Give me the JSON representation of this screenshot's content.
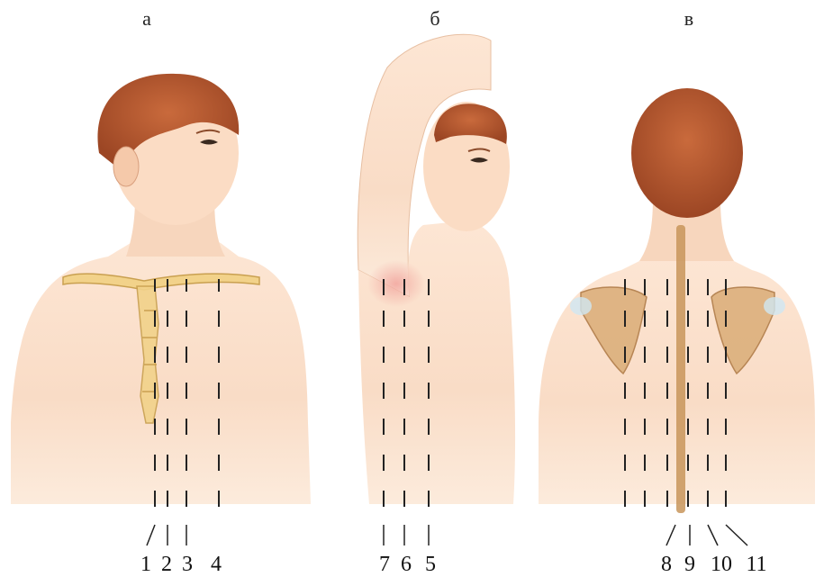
{
  "panels": [
    {
      "label": "а"
    },
    {
      "label": "б"
    },
    {
      "label": "в"
    }
  ],
  "line_numbers": {
    "front": [
      "1",
      "2",
      "3",
      "4"
    ],
    "side": [
      "7",
      "6",
      "5"
    ],
    "back": [
      "8",
      "9",
      "10",
      "11"
    ]
  },
  "colors": {
    "skin": "#fbe1cc",
    "skin_shade": "#f3cdb2",
    "hair": "#b85a32",
    "bone": "#e8c46e",
    "scapula": "#dcb07c",
    "spine": "#c8955a",
    "line": "#222222"
  }
}
